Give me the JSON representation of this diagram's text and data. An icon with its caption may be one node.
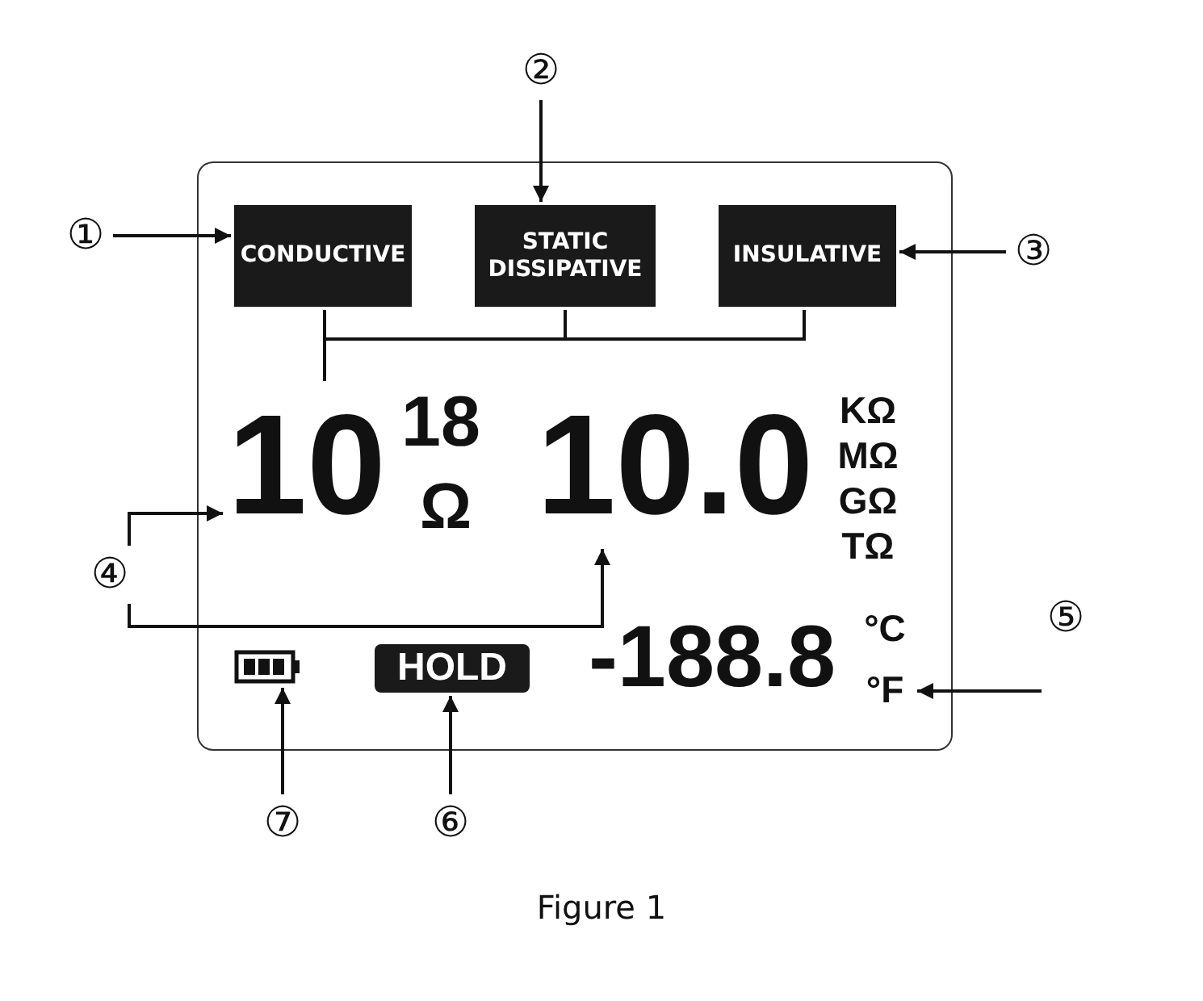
{
  "diagram": {
    "caption": "Figure 1",
    "nodes": [
      {
        "text": [
          "①"
        ]
      },
      {
        "text": [
          "CONDUCTIVE"
        ]
      },
      {
        "text": [
          "②"
        ]
      },
      {
        "text": [
          "STATIC DISSIPATIVE"
        ]
      },
      {
        "text": [
          "③"
        ]
      },
      {
        "text": [
          "INSULATIVE"
        ]
      },
      {
        "text": [
          "④"
        ]
      },
      {
        "text": [
          "10"
        ]
      },
      {
        "text": [
          "10.0"
        ]
      },
      {
        "text": [
          "⑤"
        ]
      },
      {
        "text": [
          "°F"
        ]
      },
      {
        "text": [],
        "shape": "battery"
      },
      {
        "text": [
          "HOLD"
        ]
      },
      {
        "text": [
          "⑦"
        ]
      },
      {
        "text": [
          "⑥"
        ]
      }
    ],
    "edges": [
      {
        "from": 0,
        "to": 1,
        "arrow": "to"
      },
      {
        "from": 2,
        "to": 3,
        "arrow": "to"
      },
      {
        "from": 4,
        "to": 5,
        "arrow": "to"
      },
      {
        "from": 1,
        "to": 7,
        "arrow": "none"
      },
      {
        "from": 3,
        "to": 7,
        "arrow": "none"
      },
      {
        "from": 5,
        "to": 7,
        "arrow": "none"
      },
      {
        "from": 6,
        "to": 7,
        "arrow": "to"
      },
      {
        "from": 6,
        "to": 8,
        "arrow": "to"
      },
      {
        "from": 9,
        "to": 10,
        "arrow": "to"
      },
      {
        "from": 14,
        "to": 12,
        "arrow": "to"
      },
      {
        "from": 13,
        "to": 11,
        "arrow": "to"
      }
    ],
    "labels": [
      "18",
      "Ω",
      "KΩ",
      "MΩ",
      "GΩ",
      "TΩ",
      "-188.8",
      "°C"
    ]
  }
}
